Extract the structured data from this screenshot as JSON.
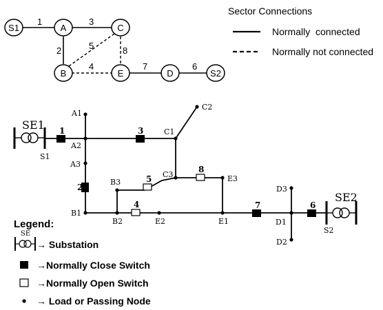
{
  "sector_legend": {
    "title": "Sector Connections",
    "connected": "Normally  connected",
    "not_connected": "Normally not connected"
  },
  "sector_graph": {
    "nodes": [
      "S1",
      "A",
      "C",
      "B",
      "E",
      "D",
      "S2"
    ],
    "edges": [
      {
        "label": "1",
        "from": "S1",
        "to": "A",
        "style": "solid"
      },
      {
        "label": "3",
        "from": "A",
        "to": "C",
        "style": "solid"
      },
      {
        "label": "2",
        "from": "A",
        "to": "B",
        "style": "solid"
      },
      {
        "label": "5",
        "from": "B",
        "to": "C",
        "style": "dashed"
      },
      {
        "label": "8",
        "from": "C",
        "to": "E",
        "style": "dashed"
      },
      {
        "label": "4",
        "from": "B",
        "to": "E",
        "style": "dashed"
      },
      {
        "label": "7",
        "from": "E",
        "to": "D",
        "style": "solid"
      },
      {
        "label": "6",
        "from": "D",
        "to": "S2",
        "style": "solid"
      }
    ]
  },
  "network": {
    "substations": {
      "se1": "SE1",
      "se2": "SE2"
    },
    "node_labels": {
      "S1": "S1",
      "S2": "S2",
      "A1": "A1",
      "A2": "A2",
      "A3": "A3",
      "B1": "B1",
      "B2": "B2",
      "B3": "B3",
      "C1": "C1",
      "C2": "C2",
      "C3": "C3",
      "D1": "D1",
      "D2": "D2",
      "D3": "D3",
      "E1": "E1",
      "E2": "E2",
      "E3": "E3"
    },
    "switches": [
      {
        "label": "1",
        "type": "normally-closed"
      },
      {
        "label": "2",
        "type": "normally-closed"
      },
      {
        "label": "3",
        "type": "normally-closed"
      },
      {
        "label": "4",
        "type": "normally-open"
      },
      {
        "label": "5",
        "type": "normally-open"
      },
      {
        "label": "6",
        "type": "normally-closed"
      },
      {
        "label": "7",
        "type": "normally-closed"
      },
      {
        "label": "8",
        "type": "normally-open"
      }
    ]
  },
  "legend": {
    "title": "Legend:",
    "se_symbol": "SE",
    "substation": "→ Substation",
    "closed_switch": "→Normally Close Switch",
    "open_switch": "→Normally Open Switch",
    "node": "→ Load or Passing Node"
  }
}
